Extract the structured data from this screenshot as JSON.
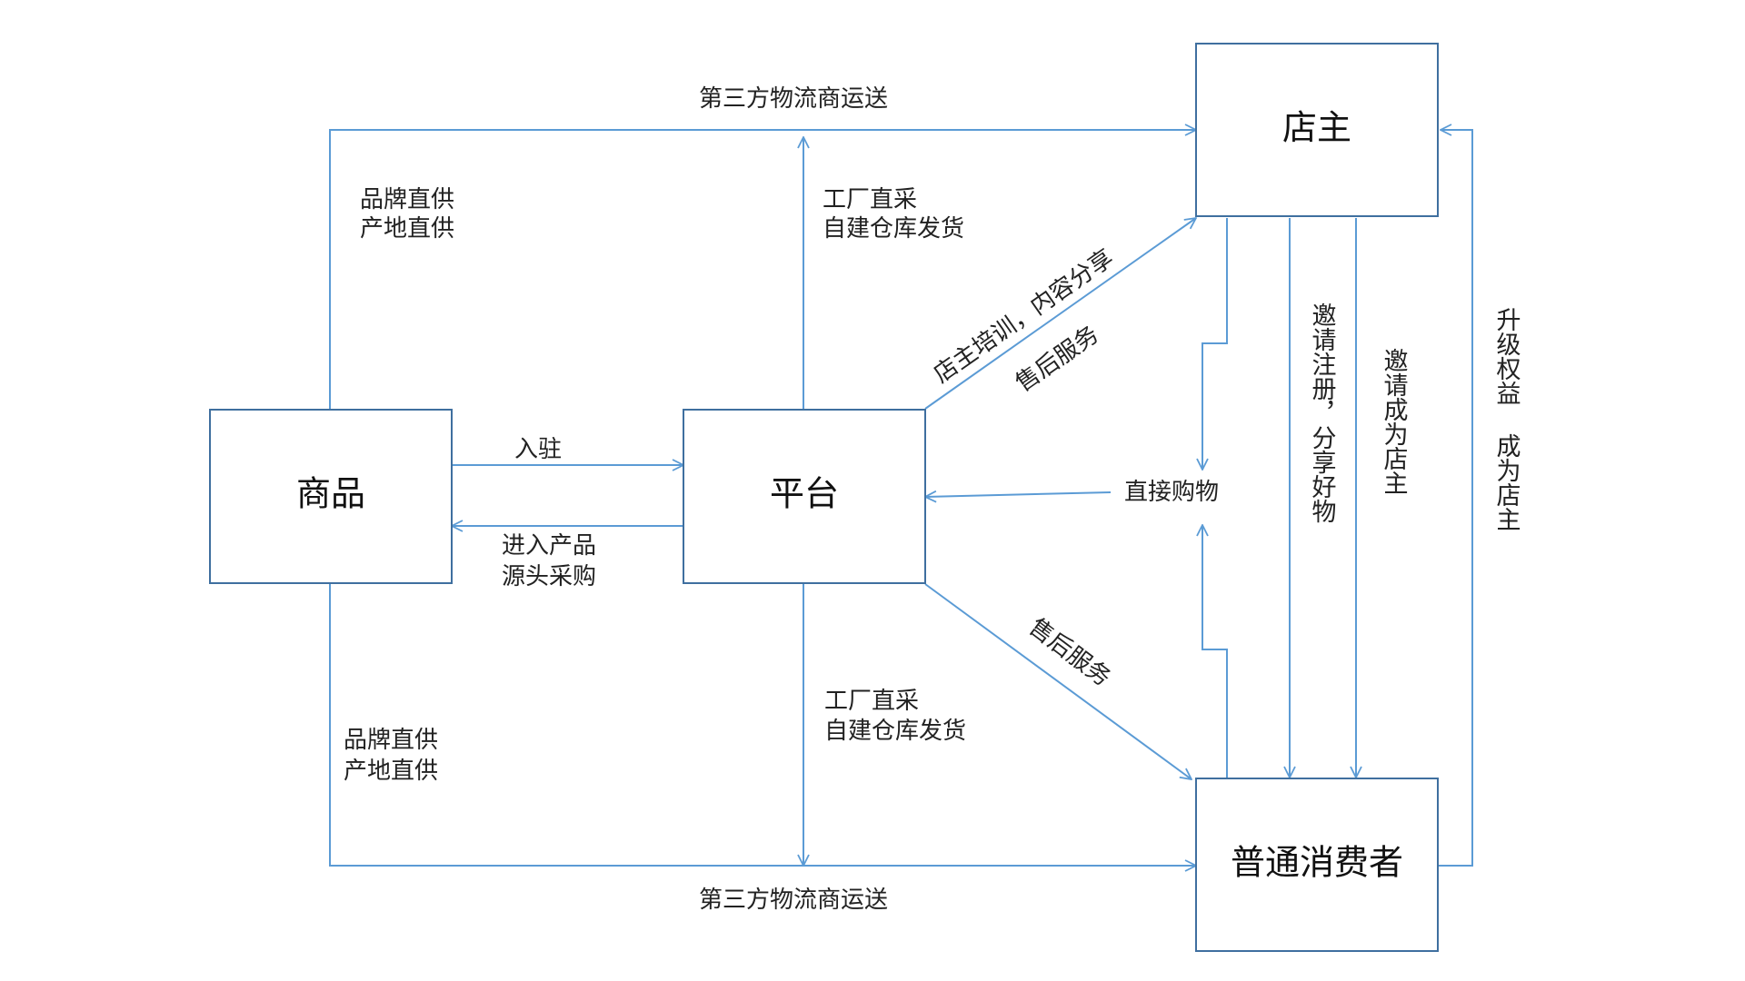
{
  "colors": {
    "line": "#5b9bd5",
    "box_stroke": "#3f6f9f",
    "text": "#222222"
  },
  "nodes": {
    "goods": "商品",
    "platform": "平台",
    "owner": "店主",
    "consumer": "普通消费者"
  },
  "edges": {
    "top_logistics": "第三方物流商运送",
    "bottom_logistics": "第三方物流商运送",
    "brand_top": [
      "品牌直供",
      "产地直供"
    ],
    "brand_bottom": [
      "品牌直供",
      "产地直供"
    ],
    "factory_top": [
      "工厂直采",
      "自建仓库发货"
    ],
    "factory_bottom": [
      "工厂直采",
      "自建仓库发货"
    ],
    "settle": "入驻",
    "source": [
      "进入产品",
      "源头采购"
    ],
    "training": "店主培训，内容分享",
    "aftersale_top": "售后服务",
    "aftersale_bottom": "售后服务",
    "direct_buy": "直接购物",
    "invite_register": "邀请注册，分享好物",
    "invite_owner": "邀请成为店主",
    "upgrade": "升级权益 成为店主"
  }
}
